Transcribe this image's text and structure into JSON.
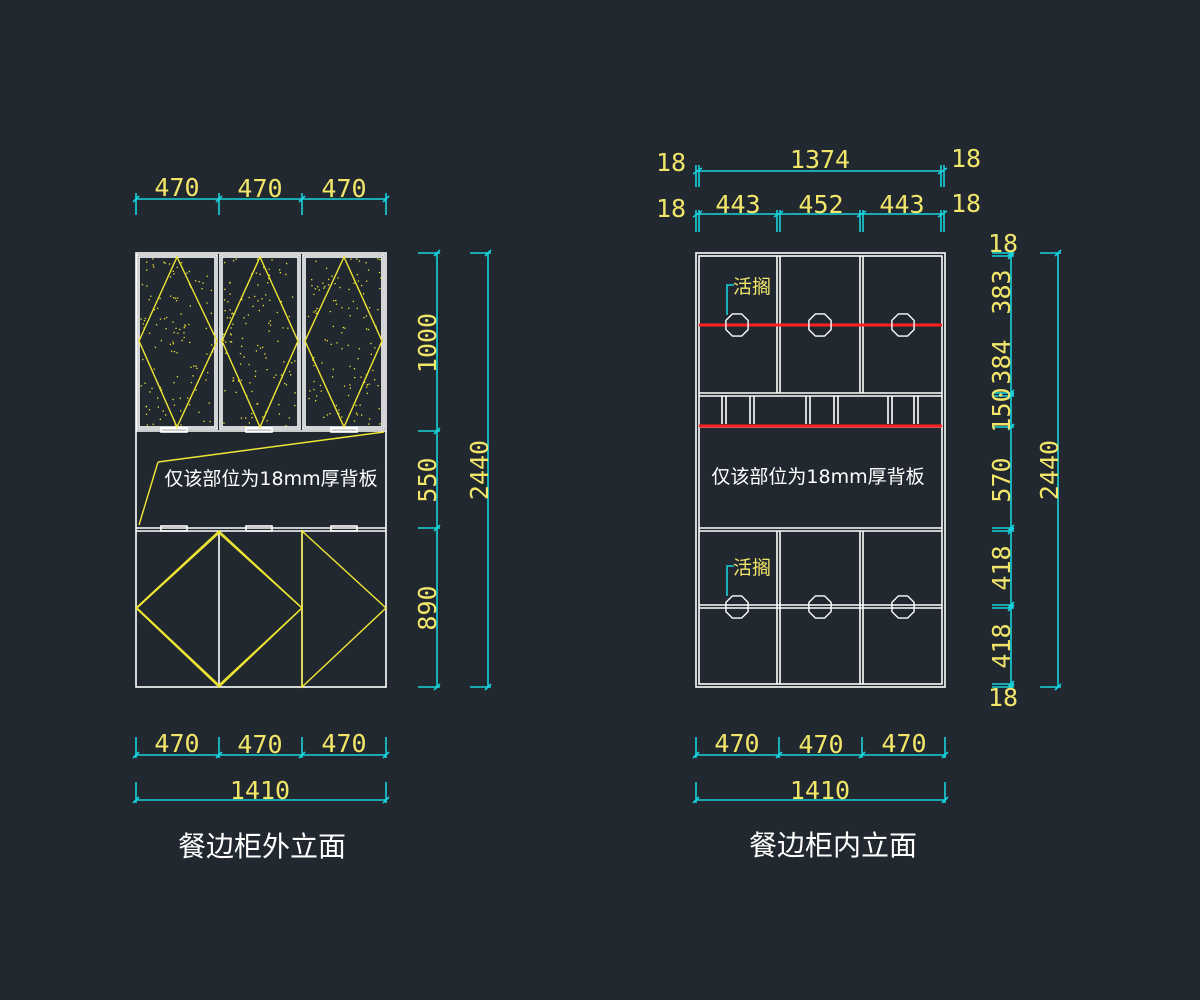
{
  "outer_elevation": {
    "title": "餐边柜外立面",
    "top_widths": [
      "470",
      "470",
      "470"
    ],
    "bottom_widths": [
      "470",
      "470",
      "470"
    ],
    "total_width": "1410",
    "section_heights": [
      "1000",
      "550",
      "890"
    ],
    "total_height": "2440",
    "backboard_note": "仅该部位为18mm厚背板"
  },
  "inner_elevation": {
    "title": "餐边柜内立面",
    "top_total": "1374",
    "top_widths": [
      "443",
      "452",
      "443"
    ],
    "edge_left_1": "18",
    "edge_right_1": "18",
    "edge_left_2": "18",
    "edge_right_2": "18",
    "bottom_widths": [
      "470",
      "470",
      "470"
    ],
    "total_width": "1410",
    "section_heights": [
      "18",
      "383",
      "384",
      "150",
      "570",
      "418",
      "418",
      "18"
    ],
    "total_height": "2440",
    "backboard_note": "仅该部位为18mm厚背板",
    "shelf_tag_upper": "活搁",
    "shelf_tag_lower": "活搁"
  }
}
